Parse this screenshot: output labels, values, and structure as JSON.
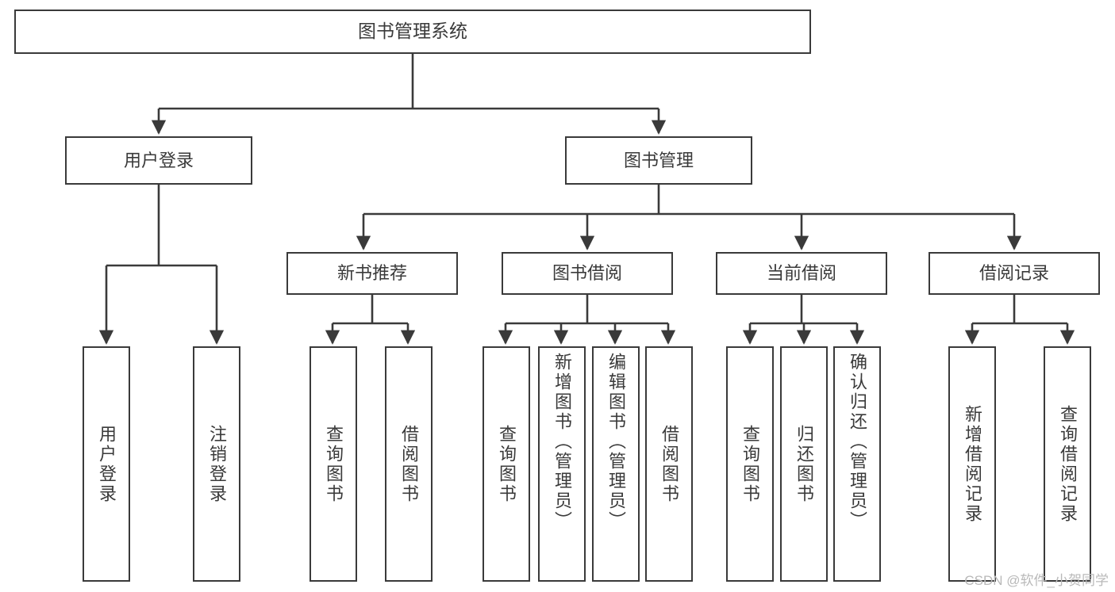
{
  "diagram": {
    "title": "图书管理系统",
    "type": "tree-hierarchy",
    "watermark": "CSDN @软件_小贺同学",
    "colors": {
      "stroke": "#3a3a3a",
      "fill": "#ffffff",
      "text": "#3a3a3a",
      "watermark": "#b9b9b9"
    },
    "nodes": {
      "root": {
        "label": "图书管理系统",
        "level": 0
      },
      "user_login": {
        "label": "用户登录",
        "level": 1
      },
      "book_manage": {
        "label": "图书管理",
        "level": 1
      },
      "new_book_rec": {
        "label": "新书推荐",
        "level": 2
      },
      "book_borrow": {
        "label": "图书借阅",
        "level": 2
      },
      "current_borrow": {
        "label": "当前借阅",
        "level": 2
      },
      "borrow_record": {
        "label": "借阅记录",
        "level": 2
      },
      "leaf_user_login": {
        "label": "用户登录",
        "level": 3
      },
      "leaf_logout": {
        "label": "注销登录",
        "level": 3
      },
      "leaf_query_book_1": {
        "label": "查询图书",
        "level": 3
      },
      "leaf_borrow_book_1": {
        "label": "借阅图书",
        "level": 3
      },
      "leaf_query_book_2": {
        "label": "查询图书",
        "level": 3
      },
      "leaf_add_book": {
        "label": "新增图书（管理员）",
        "level": 3
      },
      "leaf_edit_book": {
        "label": "编辑图书（管理员）",
        "level": 3
      },
      "leaf_borrow_book_2": {
        "label": "借阅图书",
        "level": 3
      },
      "leaf_query_book_3": {
        "label": "查询图书",
        "level": 3
      },
      "leaf_return_book": {
        "label": "归还图书",
        "level": 3
      },
      "leaf_confirm_return": {
        "label": "确认归还（管理员）",
        "level": 3
      },
      "leaf_add_record": {
        "label": "新增借阅记录",
        "level": 3
      },
      "leaf_query_record": {
        "label": "查询借阅记录",
        "level": 3
      }
    },
    "edges": [
      {
        "from": "root",
        "to": "user_login"
      },
      {
        "from": "root",
        "to": "book_manage"
      },
      {
        "from": "book_manage",
        "to": "new_book_rec"
      },
      {
        "from": "book_manage",
        "to": "book_borrow"
      },
      {
        "from": "book_manage",
        "to": "current_borrow"
      },
      {
        "from": "book_manage",
        "to": "borrow_record"
      },
      {
        "from": "user_login",
        "to": "leaf_user_login"
      },
      {
        "from": "user_login",
        "to": "leaf_logout"
      },
      {
        "from": "new_book_rec",
        "to": "leaf_query_book_1"
      },
      {
        "from": "new_book_rec",
        "to": "leaf_borrow_book_1"
      },
      {
        "from": "book_borrow",
        "to": "leaf_query_book_2"
      },
      {
        "from": "book_borrow",
        "to": "leaf_add_book"
      },
      {
        "from": "book_borrow",
        "to": "leaf_edit_book"
      },
      {
        "from": "book_borrow",
        "to": "leaf_borrow_book_2"
      },
      {
        "from": "current_borrow",
        "to": "leaf_query_book_3"
      },
      {
        "from": "current_borrow",
        "to": "leaf_return_book"
      },
      {
        "from": "current_borrow",
        "to": "leaf_confirm_return"
      },
      {
        "from": "borrow_record",
        "to": "leaf_add_record"
      },
      {
        "from": "borrow_record",
        "to": "leaf_query_record"
      }
    ]
  }
}
